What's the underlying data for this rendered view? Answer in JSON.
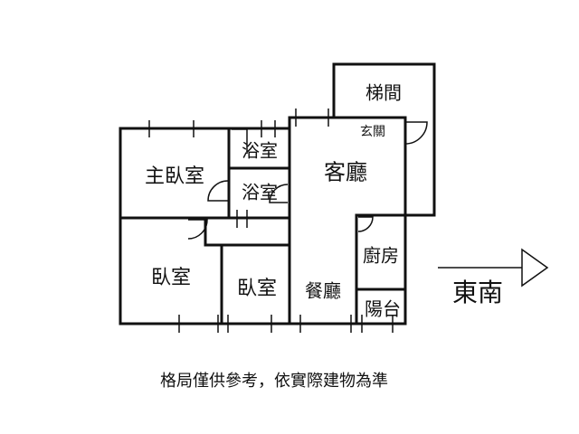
{
  "rooms": {
    "stairwell": "梯間",
    "entrance": "玄關",
    "living_room": "客廳",
    "bathroom_1": "浴室",
    "bathroom_2": "浴室",
    "master_bedroom": "主臥室",
    "bedroom_1": "臥室",
    "bedroom_2": "臥室",
    "dining_room": "餐廳",
    "kitchen": "廚房",
    "balcony": "陽台"
  },
  "orientation": "東南",
  "disclaimer": "格局僅供參考，依實際建物為準"
}
